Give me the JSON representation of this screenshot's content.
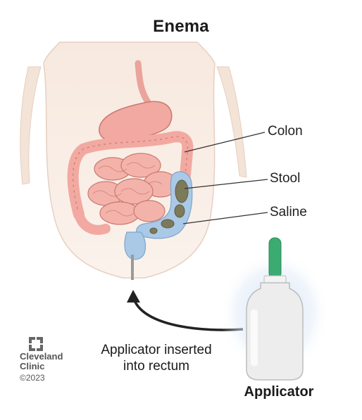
{
  "title": "Enema",
  "callouts": {
    "colon": "Colon",
    "stool": "Stool",
    "saline": "Saline"
  },
  "caption": {
    "line1": "Applicator inserted",
    "line2": "into rectum"
  },
  "applicator_label": "Applicator",
  "brand": {
    "line1": "Cleveland",
    "line2": "Clinic",
    "copyright": "©2023"
  },
  "colors": {
    "skin": "#f7e9df",
    "intestine": "#f2a9a1",
    "intestine_outline": "#c9786f",
    "saline": "#a9c9e6",
    "stool": "#7d7a5a",
    "nozzle": "#3cab72",
    "bottle": "#ededed",
    "glow": "#cfe0f4"
  }
}
